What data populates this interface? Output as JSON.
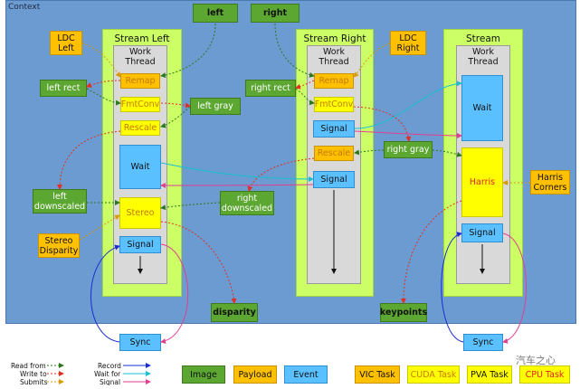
{
  "context_label": "Context",
  "streams": {
    "left": {
      "title": "Stream Left",
      "thread": "Work\nThread"
    },
    "right": {
      "title": "Stream Right",
      "thread": "Work\nThread"
    },
    "keypoints": {
      "title": "Stream Keypoints",
      "thread": "Work\nThread"
    }
  },
  "images": {
    "left": "left",
    "right": "right",
    "left_rect": "left rect",
    "left_gray": "left gray",
    "right_rect": "right rect",
    "right_gray": "right gray",
    "left_downscaled": "left\ndownscaled",
    "right_downscaled": "right\ndownscaled",
    "disparity": "disparity",
    "keypoints": "keypoints"
  },
  "payloads": {
    "ldc_left": "LDC\nLeft",
    "ldc_right": "LDC\nRight",
    "stereo_disparity": "Stereo\nDisparity",
    "harris_corners": "Harris\nCorners"
  },
  "tasks": {
    "remap": "Remap",
    "fmtconv": "FmtConv",
    "rescale": "Rescale",
    "stereo": "Stereo",
    "harris": "Harris"
  },
  "events": {
    "wait": "Wait",
    "signal": "Signal",
    "sync": "Sync"
  },
  "legend": {
    "read_from": "Read from",
    "write_to": "Write to",
    "submits": "Submits",
    "record": "Record",
    "wait_for": "Wait for",
    "signal": "Signal",
    "image": "Image",
    "payload": "Payload",
    "event": "Event",
    "vic_task": "VIC Task",
    "cuda_task": "CUDA Task",
    "pva_task": "PVA Task",
    "cpu_task": "CPU Task"
  },
  "colors": {
    "context_bg": "#6b9bd1",
    "stream_bg": "#ccff66",
    "image": "#5ca632",
    "payload": "#ffc000",
    "event": "#5bc0ff",
    "vic": "#ffc000",
    "cuda": "#ffff00",
    "pva": "#ffff00",
    "cpu": "#ffff00"
  },
  "watermark": "汽车之心"
}
